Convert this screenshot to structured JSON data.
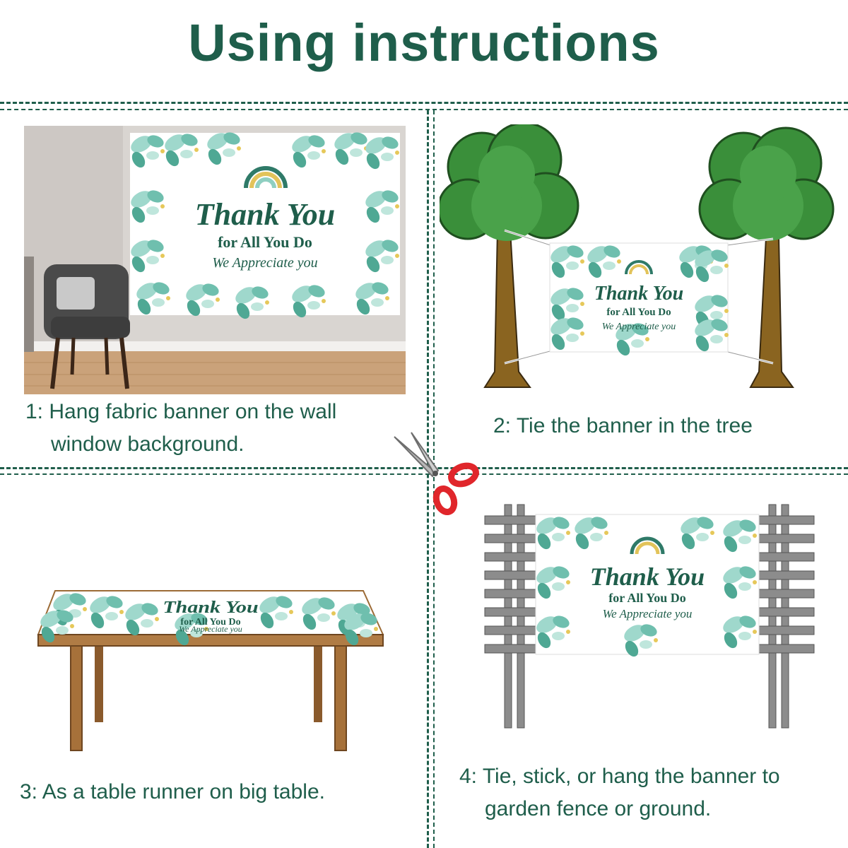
{
  "title": "Using instructions",
  "steps": [
    {
      "line1": "1: Hang fabric banner on the wall",
      "line2": "window background."
    },
    {
      "line1": "2: Tie the banner in the tree"
    },
    {
      "line1": "3: As a table runner on big table."
    },
    {
      "line1": "4: Tie, stick, or hang the banner to",
      "line2": "garden fence or ground."
    }
  ],
  "banner": {
    "heading": "Thank You",
    "line2": "for All You Do",
    "line3": "We Appreciate you"
  },
  "colors": {
    "brand_green": "#1f5e4b",
    "leaf": "#7cc7b8",
    "tree": "#3a8f3a",
    "trunk": "#8a6420",
    "scissors_handle": "#e0262b"
  }
}
